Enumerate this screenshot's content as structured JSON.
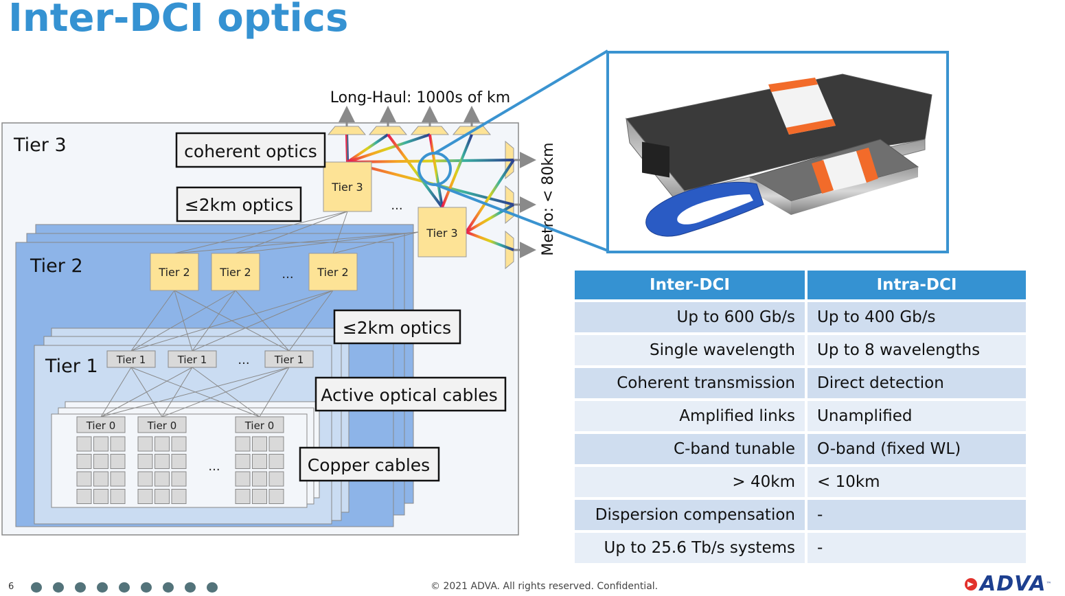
{
  "slide": {
    "title": "Inter-DCI optics",
    "page_number": "6",
    "nav_dot_count": 9,
    "copyright": "© 2021 ADVA. All rights reserved. Confidential.",
    "logo": {
      "text": "ADVA",
      "tm": "™"
    }
  },
  "diagram": {
    "long_haul_label": "Long-Haul: 1000s of km",
    "metro_label": "Metro: < 80km",
    "tier3_label": "Tier 3",
    "tier2_label": "Tier 2",
    "tier1_label": "Tier 1",
    "tier3_nodes": [
      "Tier 3",
      "Tier 3"
    ],
    "tier2_nodes": [
      "Tier 2",
      "Tier 2",
      "Tier 2"
    ],
    "tier1_nodes": [
      "Tier 1",
      "Tier 1",
      "Tier 1"
    ],
    "tier0_nodes": [
      "Tier 0",
      "Tier 0",
      "Tier 0"
    ],
    "ellipsis": "...",
    "callouts": {
      "coherent": "coherent optics",
      "short_reach_upper": "≤2km optics",
      "short_reach_lower": "≤2km optics",
      "aoc": "Active optical cables",
      "copper": "Copper cables"
    },
    "colors": {
      "node_fill": "#fde396",
      "tier2_fill": "#8db4e8",
      "tier1_fill": "#cadcf2",
      "tier0_fill": "#f3f6fa",
      "accent": "#3a93d0"
    }
  },
  "photo": {
    "alt": "CFP2 coherent module and QSFP transceiver"
  },
  "comparison_table": {
    "headers": [
      "Inter-DCI",
      "Intra-DCI"
    ],
    "rows": [
      [
        "Up to 600 Gb/s",
        "Up to 400 Gb/s"
      ],
      [
        "Single wavelength",
        "Up to 8 wavelengths"
      ],
      [
        "Coherent transmission",
        "Direct detection"
      ],
      [
        "Amplified links",
        "Unamplified"
      ],
      [
        "C-band tunable",
        "O-band (fixed WL)"
      ],
      [
        "> 40km",
        "< 10km"
      ],
      [
        "Dispersion compensation",
        "-"
      ],
      [
        "Up to 25.6 Tb/s systems",
        "-"
      ]
    ]
  }
}
